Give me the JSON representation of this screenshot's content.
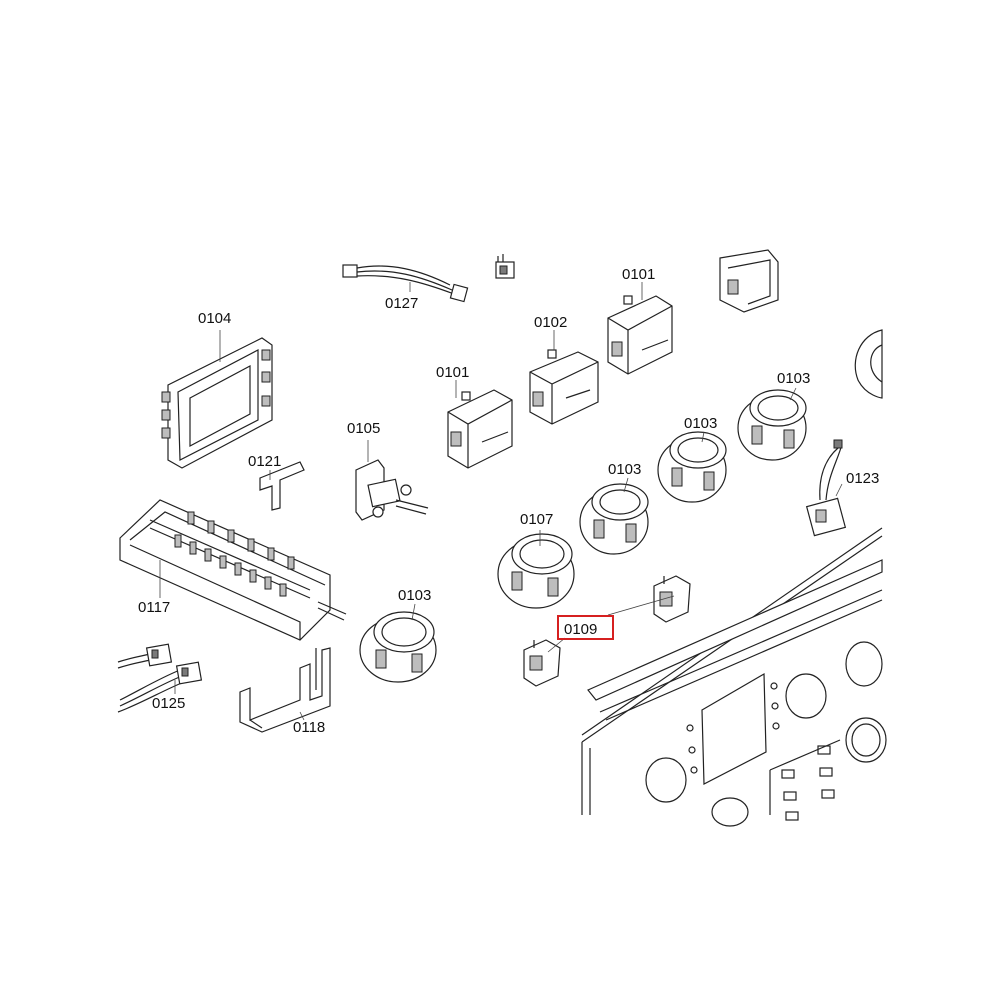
{
  "diagram": {
    "labels": {
      "l0127": "0127",
      "l0104": "0104",
      "l0102": "0102",
      "l0101a": "0101",
      "l0101b": "0101",
      "l0105": "0105",
      "l0121": "0121",
      "l0117": "0117",
      "l0103a": "0103",
      "l0103b": "0103",
      "l0103c": "0103",
      "l0103d": "0103",
      "l0107": "0107",
      "l0123": "0123",
      "l0109": "0109",
      "l0125": "0125",
      "l0118": "0118"
    },
    "highlighted_part": "0109",
    "highlight_color": "#d62020"
  }
}
